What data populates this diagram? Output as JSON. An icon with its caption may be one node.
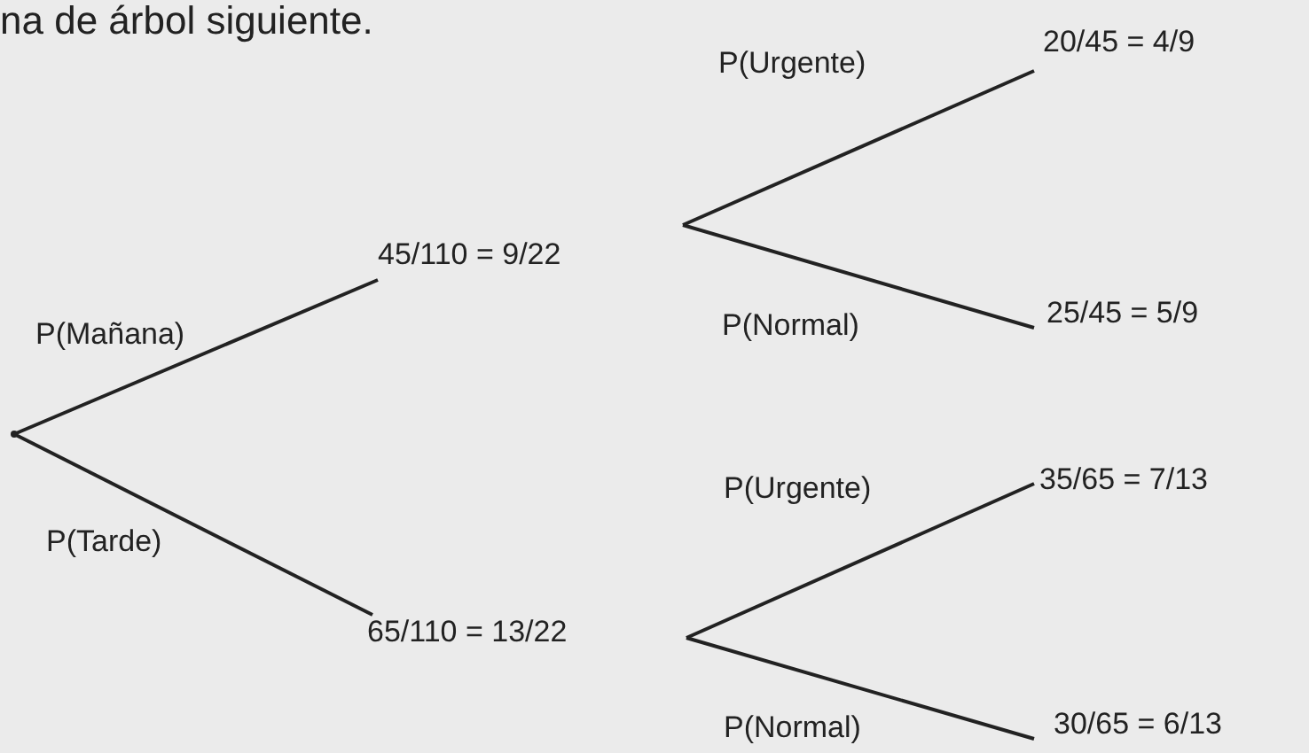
{
  "diagram": {
    "nodes": [
      {
        "text": [],
        "shape": "point"
      },
      {
        "text": [
          "45/110 = 9/22"
        ]
      },
      {
        "text": [
          "65/110 = 13/22"
        ]
      },
      {
        "text": [
          "20/45 = 4/9"
        ]
      },
      {
        "text": [
          "25/45 = 5/9"
        ]
      },
      {
        "text": [
          "35/65 = 7/13"
        ]
      },
      {
        "text": [
          "30/65 = 6/13"
        ]
      }
    ],
    "edges": [
      {
        "from": 0,
        "to": 1,
        "arrow": "none",
        "label": "P(Mañana)"
      },
      {
        "from": 0,
        "to": 2,
        "arrow": "none",
        "label": "P(Tarde)"
      },
      {
        "from": 1,
        "to": 3,
        "arrow": "none",
        "label": "P(Urgente)"
      },
      {
        "from": 1,
        "to": 4,
        "arrow": "none",
        "label": "P(Normal)"
      },
      {
        "from": 2,
        "to": 5,
        "arrow": "none",
        "label": "P(Urgente)"
      },
      {
        "from": 2,
        "to": 6,
        "arrow": "none",
        "label": "P(Normal)"
      }
    ],
    "labels": [
      "na de árbol siguiente."
    ]
  }
}
